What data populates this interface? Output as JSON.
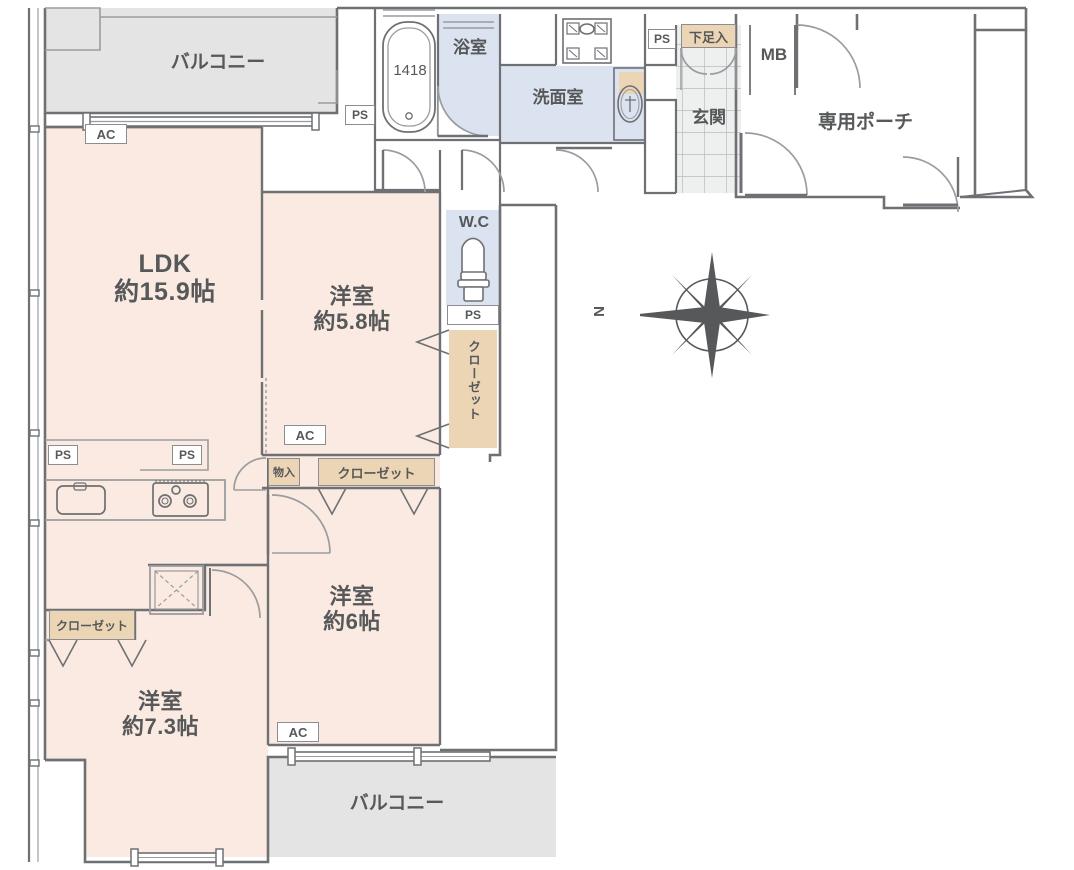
{
  "plan": {
    "kind": "apartment-floor-plan",
    "colors": {
      "room_fill": "#faeae1",
      "closet_fill": "#ebd5b5",
      "water_fill": "#dce3f0",
      "balcony_fill": "#e4e4e4",
      "wall_stroke": "#6e7073",
      "thin_stroke": "#9a9c9f",
      "text": "#56585a"
    },
    "rooms": [
      {
        "id": "ldk",
        "name": "LDK",
        "size": "約15.9帖"
      },
      {
        "id": "washitsu1",
        "name": "洋室",
        "size": "約5.8帖"
      },
      {
        "id": "washitsu2",
        "name": "洋室",
        "size": "約6帖"
      },
      {
        "id": "washitsu3",
        "name": "洋室",
        "size": "約7.3帖"
      }
    ],
    "areas": [
      {
        "id": "balcony-top",
        "label": "バルコニー"
      },
      {
        "id": "balcony-bottom",
        "label": "バルコニー"
      },
      {
        "id": "porch",
        "label": "専用ポーチ"
      },
      {
        "id": "genkan",
        "label": "玄関"
      },
      {
        "id": "yokushitsu",
        "label": "浴室"
      },
      {
        "id": "senmenshitsu",
        "label": "洗面室"
      },
      {
        "id": "wc",
        "label": "W.C"
      }
    ],
    "closets": [
      {
        "id": "closet-wc-side",
        "label": "クローゼット",
        "orient": "vertical"
      },
      {
        "id": "closet-mid",
        "label": "クローゼット",
        "orient": "horizontal"
      },
      {
        "id": "closet-bedroom3",
        "label": "クローゼット",
        "orient": "horizontal"
      },
      {
        "id": "monoire",
        "label": "物入",
        "orient": "horizontal"
      },
      {
        "id": "getabako",
        "label": "下足入",
        "orient": "horizontal"
      }
    ],
    "markers": {
      "bath_size": "1418",
      "ac_units": [
        "AC",
        "AC",
        "AC"
      ],
      "ps_units": [
        "PS",
        "PS",
        "PS",
        "PS",
        "PS"
      ],
      "mb": "MB",
      "compass_n": "N"
    },
    "labels": {
      "ldk_name": "LDK",
      "ldk_size": "約15.9帖",
      "bed1_name": "洋室",
      "bed1_size": "約5.8帖",
      "bed2_name": "洋室",
      "bed2_size": "約6帖",
      "bed3_name": "洋室",
      "bed3_size": "約7.3帖",
      "balcony_top": "バルコニー",
      "balcony_bottom": "バルコニー",
      "porch": "専用ポーチ",
      "genkan": "玄関",
      "yokushitsu": "浴室",
      "senmen": "洗面室",
      "wc": "W.C",
      "bath_size": "1418",
      "mb": "MB",
      "getabako": "下足入",
      "monoire": "物入",
      "closet_v": "クローゼット",
      "closet_mid": "クローゼット",
      "closet_b3": "クローゼット",
      "ac1": "AC",
      "ac2": "AC",
      "ac3": "AC",
      "ps1": "PS",
      "ps2": "PS",
      "ps3": "PS",
      "ps4": "PS",
      "ps5": "PS",
      "compass_n": "N"
    }
  }
}
